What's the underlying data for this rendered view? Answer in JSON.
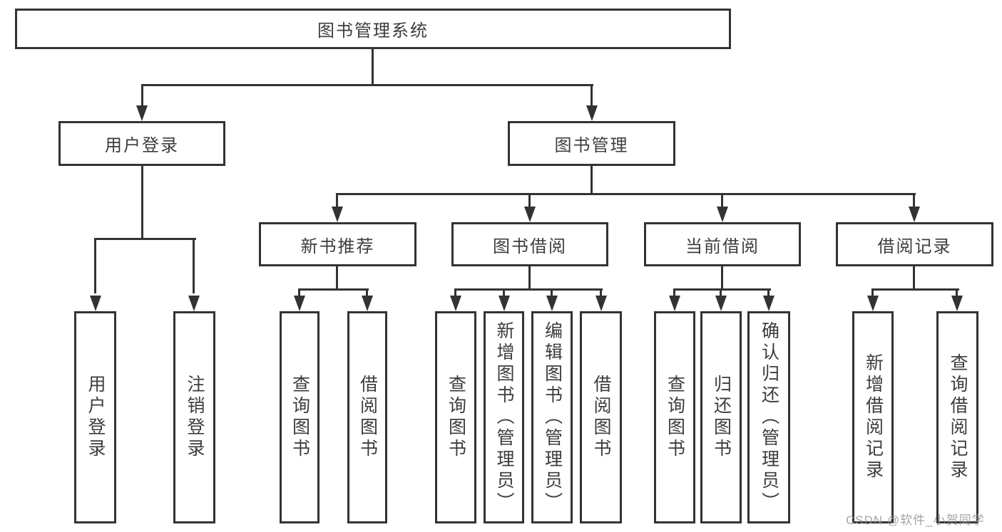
{
  "diagram": {
    "type": "hierarchy-tree",
    "title": "图书管理系统"
  },
  "tree": {
    "label": "图书管理系统",
    "children": [
      {
        "label": "用户登录",
        "children": [
          {
            "label": "用户登录"
          },
          {
            "label": "注销登录"
          }
        ]
      },
      {
        "label": "图书管理",
        "children": [
          {
            "label": "新书推荐",
            "children": [
              {
                "label": "查询图书"
              },
              {
                "label": "借阅图书"
              }
            ]
          },
          {
            "label": "图书借阅",
            "children": [
              {
                "label": "查询图书"
              },
              {
                "label": "新增图书（管理员）"
              },
              {
                "label": "编辑图书（管理员）"
              },
              {
                "label": "借阅图书"
              }
            ]
          },
          {
            "label": "当前借阅",
            "children": [
              {
                "label": "查询图书"
              },
              {
                "label": "归还图书"
              },
              {
                "label": "确认归还（管理员）"
              }
            ]
          },
          {
            "label": "借阅记录",
            "children": [
              {
                "label": "新增借阅记录"
              },
              {
                "label": "查询借阅记录"
              }
            ]
          }
        ]
      }
    ]
  },
  "watermark": {
    "text": "CSDN @软件_小贺同学"
  },
  "colors": {
    "background": "#ffffff",
    "line": "#333333",
    "box_border": "#333333",
    "text": "#3d3d3d",
    "watermark": "#949494"
  }
}
